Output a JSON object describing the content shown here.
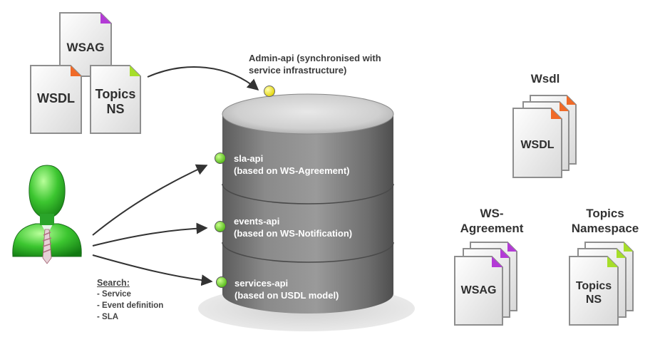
{
  "docs_top": {
    "wsag": "WSAG",
    "wsdl": "WSDL",
    "topics_line1": "Topics",
    "topics_line2": "NS"
  },
  "db": {
    "admin_api": {
      "name": "Admin-api",
      "desc": "(synchronised with",
      "desc2": "service infrastructure)"
    },
    "sla_api": {
      "name": "sla-api",
      "desc": "(based on WS-Agreement)"
    },
    "events_api": {
      "name": "events-api",
      "desc": "(based on WS-Notification)"
    },
    "services_api": {
      "name": "services-api",
      "desc": "(based on USDL model)"
    }
  },
  "search": {
    "title": "Search:",
    "items": [
      "- Service",
      "- Event definition",
      "- SLA"
    ]
  },
  "stacks": {
    "wsdl": {
      "title": "Wsdl",
      "label": "WSDL"
    },
    "wsag": {
      "title_line1": "WS-",
      "title_line2": "Agreement",
      "label": "WSAG"
    },
    "topics": {
      "title_line1": "Topics",
      "title_line2": "Namespace",
      "label_line1": "Topics",
      "label_line2": "NS"
    }
  },
  "colors": {
    "db_gray": "#7a7a7a",
    "dot_green": "#6fd323",
    "dot_yellow": "#f2ea1a",
    "corner_purple": "#b33ad6",
    "corner_orange": "#f06a28",
    "corner_green": "#a6de2a",
    "user_green": "#2fb52a"
  }
}
